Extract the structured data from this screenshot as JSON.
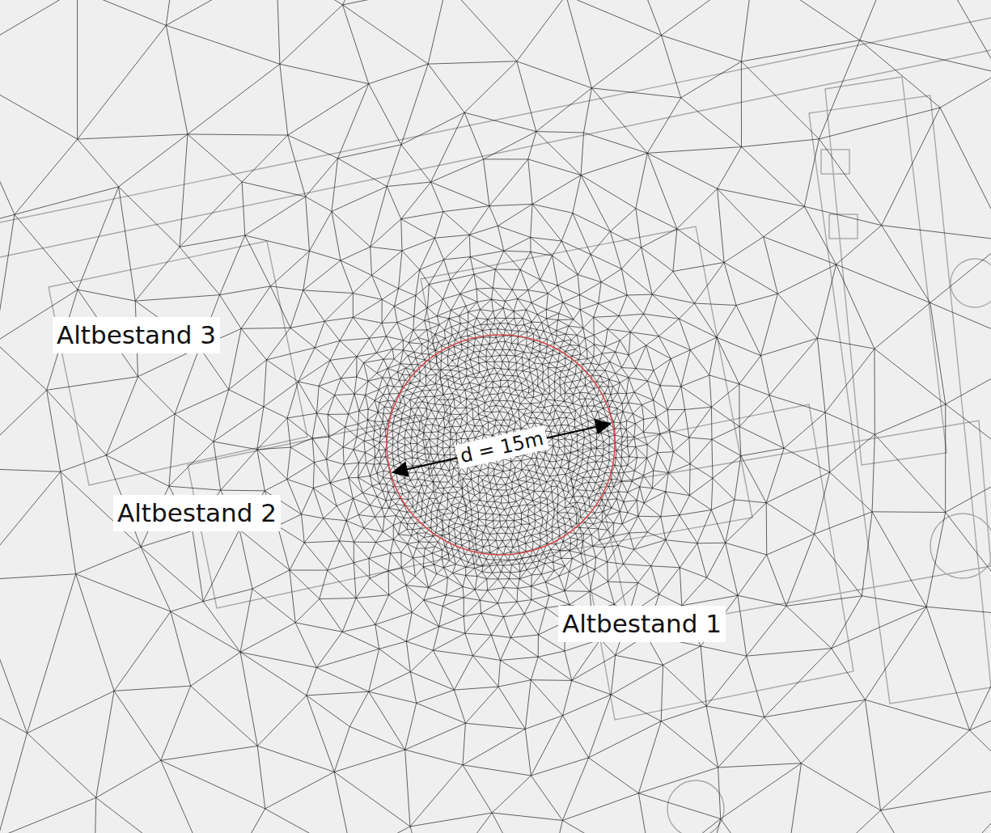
{
  "diagram": {
    "labels": [
      "Altbestand 3",
      "Altbestand 2",
      "Altbestand 1",
      "d = 15m"
    ]
  }
}
